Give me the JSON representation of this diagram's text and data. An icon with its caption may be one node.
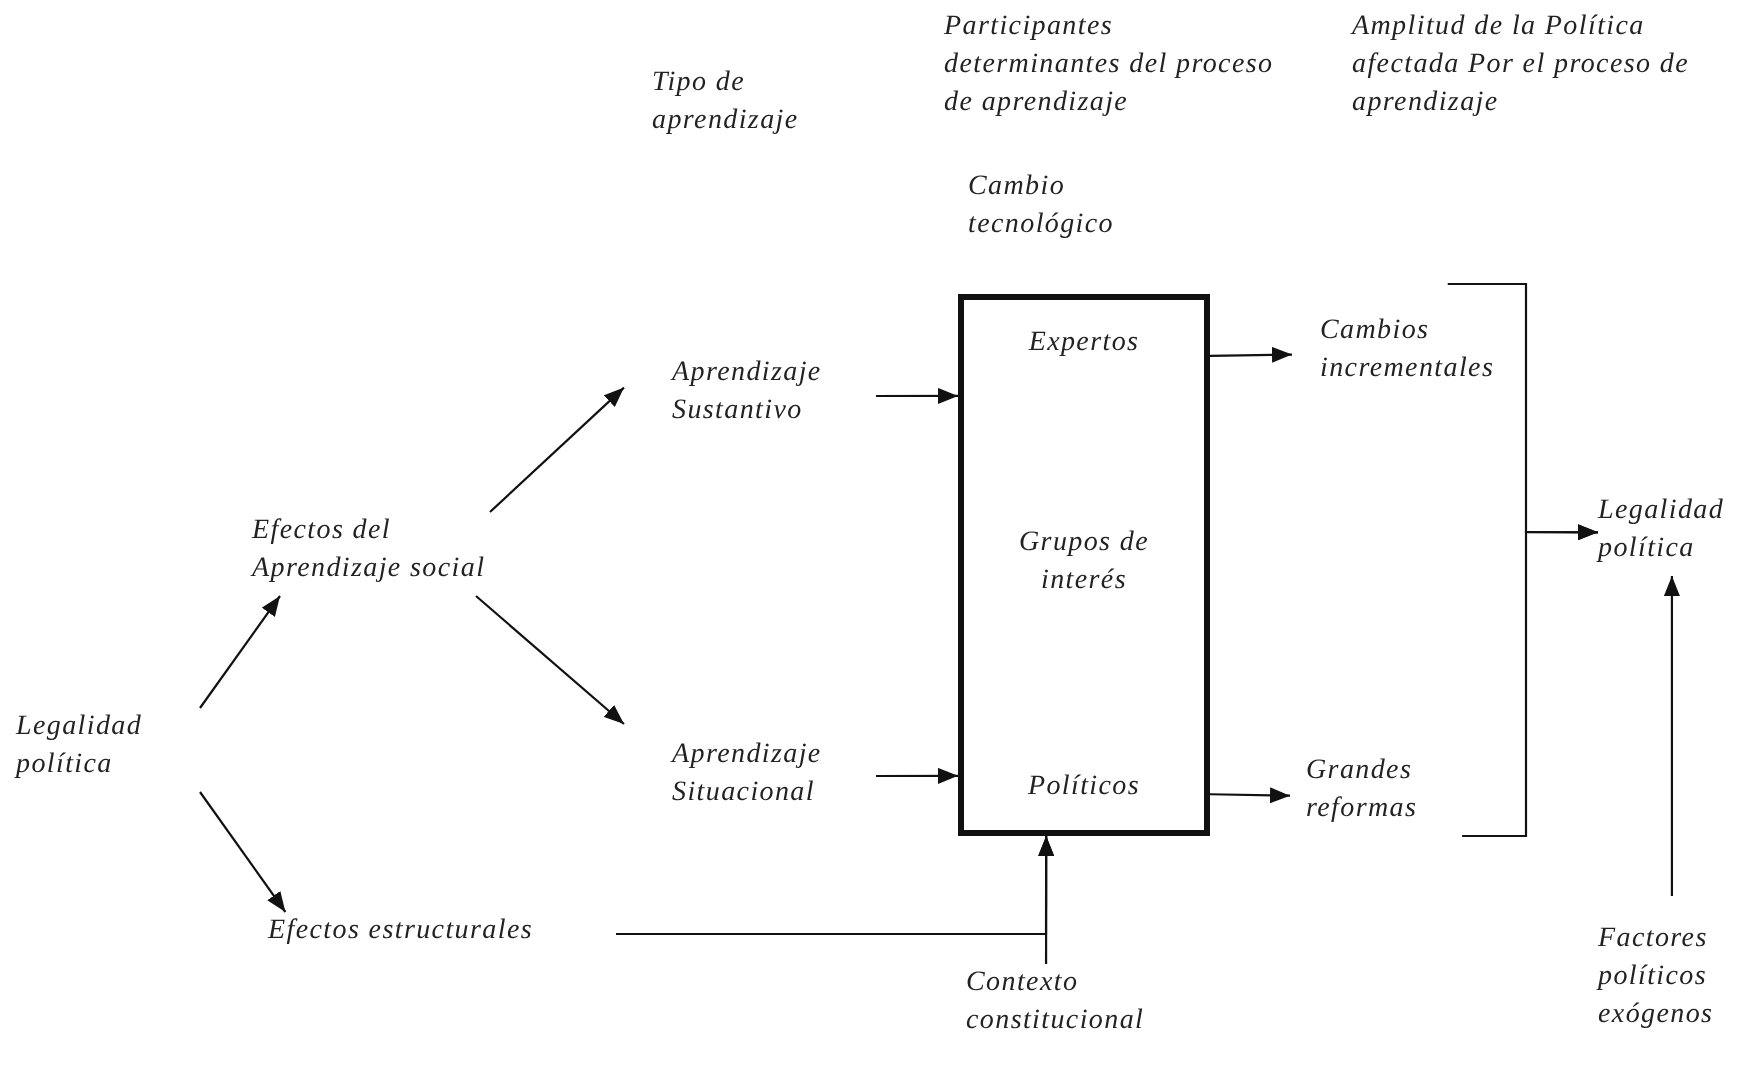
{
  "diagram": {
    "nodes": [
      {
        "text": [
          "Legalidad política"
        ]
      },
      {
        "text": [
          "Efectos del Aprendizaje social"
        ]
      },
      {
        "text": [
          "Efectos estructurales"
        ]
      },
      {
        "text": [
          "Aprendizaje Sustantivo"
        ]
      },
      {
        "text": [
          "Aprendizaje Situacional"
        ]
      },
      {
        "text": [],
        "shape": "box"
      },
      {
        "text": [
          "Expertos"
        ],
        "in": 5
      },
      {
        "text": [
          "Grupos de interés"
        ],
        "in": 5
      },
      {
        "text": [
          "Políticos"
        ],
        "in": 5
      },
      {
        "text": [
          "Cambios incrementales"
        ]
      },
      {
        "text": [
          "Grandes reformas"
        ]
      },
      {
        "text": [
          "Legalidad política"
        ]
      },
      {
        "text": [
          "Factores políticos exógenos"
        ]
      },
      {
        "text": [
          "Contexto constitucional"
        ]
      }
    ],
    "edges": [
      {
        "from": 0,
        "to": 1,
        "arrow": "to"
      },
      {
        "from": 0,
        "to": 2,
        "arrow": "to"
      },
      {
        "from": 1,
        "to": 3,
        "arrow": "to"
      },
      {
        "from": 1,
        "to": 4,
        "arrow": "to"
      },
      {
        "from": 3,
        "to": 5,
        "arrow": "to"
      },
      {
        "from": 4,
        "to": 5,
        "arrow": "to"
      },
      {
        "from": 5,
        "to": 9,
        "arrow": "to"
      },
      {
        "from": 5,
        "to": 10,
        "arrow": "to"
      },
      {
        "from": 9,
        "to": 11,
        "arrow": "to"
      },
      {
        "from": 10,
        "to": 11,
        "arrow": "to"
      },
      {
        "from": 12,
        "to": 11,
        "arrow": "to"
      },
      {
        "from": 13,
        "to": 5,
        "arrow": "to"
      },
      {
        "from": 2,
        "to": 5,
        "arrow": "to"
      }
    ],
    "labels": [
      "Tipo de aprendizaje",
      "Participantes determinantes del proceso de aprendizaje",
      "Amplitud de la Política afectada Por el proceso de aprendizaje",
      "Cambio tecnológico"
    ]
  }
}
